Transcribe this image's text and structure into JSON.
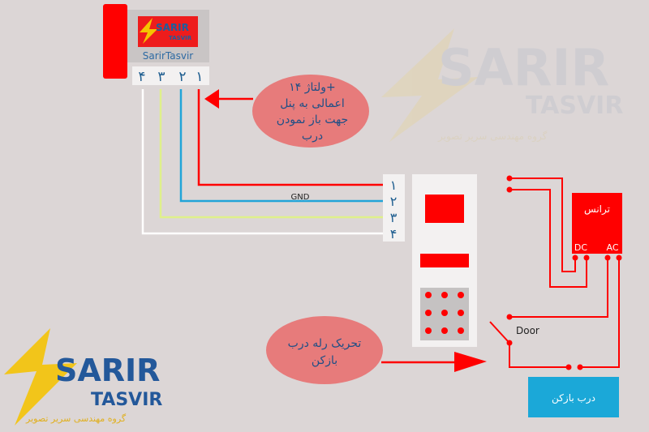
{
  "logo_panel": {
    "brand": "SarirTasvir",
    "logo_text": "SARIR",
    "logo_sub": "TASVIR"
  },
  "top_terminals": [
    "۴",
    "۳",
    "۲",
    "۱"
  ],
  "side_terminals": [
    "۱",
    "۲",
    "۳",
    "۴"
  ],
  "wire_label_gnd": "GND",
  "callout_voltage": {
    "lines": [
      "ولتاژ ۱۴+",
      "اعمالی به پنل",
      "جهت باز نمودن",
      "درب"
    ]
  },
  "callout_relay": {
    "lines": [
      "تحریک رله درب",
      "بازکن"
    ]
  },
  "transformer": {
    "label": "ترانس",
    "dc": "DC",
    "ac": "AC"
  },
  "switch_label": "Door",
  "door_opener": "درب بازکن",
  "watermark": {
    "title": "SARIR",
    "sub": "TASVIR",
    "tagline": "گروه مهندسی سریر تصویر"
  },
  "colors": {
    "wire_red": "#ff0000",
    "wire_blue": "#22a4d8",
    "wire_yellow": "#dff08a",
    "wire_white": "#ffffff",
    "callout": "#e77b7b",
    "door_box": "#1ba8d8",
    "background": "#dcd6d6"
  }
}
